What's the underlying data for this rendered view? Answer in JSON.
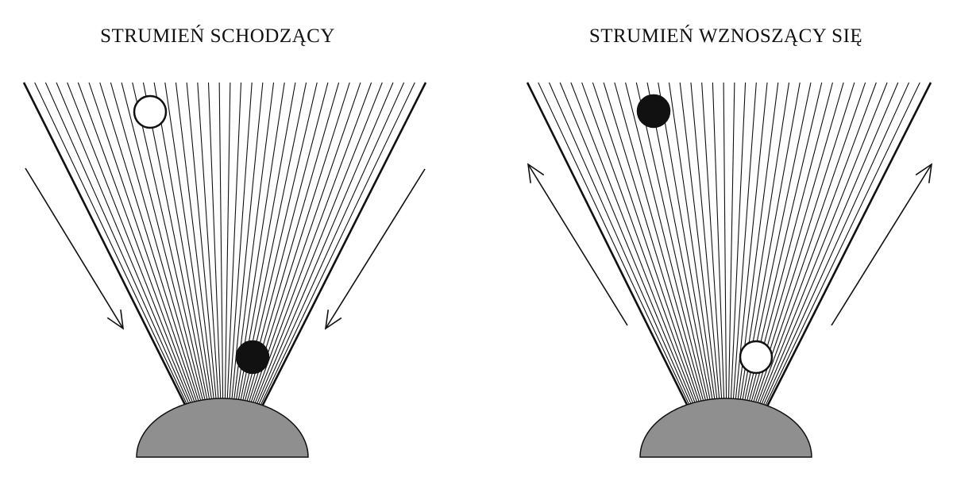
{
  "panels": [
    {
      "id": "left",
      "title": "STRUMIEŃ SCHODZĄCY",
      "flow_direction": "down",
      "upper_ball": "white",
      "lower_ball": "black"
    },
    {
      "id": "right",
      "title": "STRUMIEŃ WZNOSZĄCY SIĘ",
      "flow_direction": "up",
      "upper_ball": "black",
      "lower_ball": "white"
    }
  ],
  "colors": {
    "line": "#111111",
    "dome": "#8f8f8f",
    "ball_dark": "#111111",
    "ball_light": "#ffffff"
  }
}
